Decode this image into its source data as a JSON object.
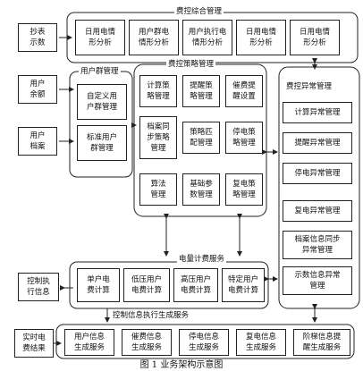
{
  "caption": "图 1 业务架构示意图",
  "left_nodes": {
    "meter_display": "抄表\n示数",
    "user_balance": "用户\n余额",
    "user_archive": "用户\n档案",
    "control_exec_info": "控制执\n行信息",
    "realtime_fee_result": "实时电\n费结果"
  },
  "fee_integrated": {
    "title": "费控综合管理",
    "items": [
      "日用电情\n形分析",
      "用户群电\n情形分析",
      "用户执行电\n情形分析",
      "日用电情\n形分析",
      "日用电情\n形分析"
    ]
  },
  "user_group": {
    "title": "用户群管理",
    "items": [
      "自定义用\n户群管理",
      "标准用户\n群管理"
    ]
  },
  "fee_strategy": {
    "title": "费控策略管理",
    "items": [
      "计算策\n略管理",
      "提醒策\n略管理",
      "催费提\n醒设置",
      "档案同\n步策略\n管理",
      "策略匹\n配管理",
      "停电策\n略管理",
      "算法\n管理",
      "基础参\n数管理",
      "复电策\n略管理"
    ]
  },
  "fee_exception": {
    "title": "费控异常管理",
    "items": [
      "计算异常管理",
      "提醒异常管理",
      "停电异常管理",
      "复电异常管理",
      "档案信息同步\n异常管理",
      "示数信息异常\n管理"
    ]
  },
  "fee_calc": {
    "title": "电量计费服务",
    "items": [
      "单户电\n费计算",
      "低压用户\n电费计算",
      "高压用户\n电费计算",
      "特定用户\n电费计算"
    ]
  },
  "control_gen": {
    "title": "控制信息执行生成服务",
    "items": [
      "用户信息\n生成服务",
      "催费信息\n生成服务",
      "停电信息\n生成服务",
      "复电信息\n生成服务",
      "阶梯信息提\n醒生成服务"
    ]
  }
}
